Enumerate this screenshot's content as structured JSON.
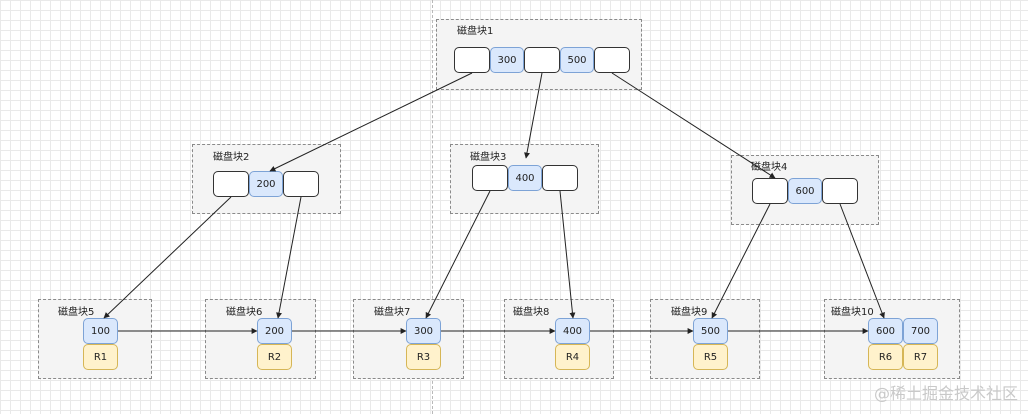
{
  "blocks": {
    "b1": {
      "label": "磁盘块1",
      "keys": [
        "300",
        "500"
      ]
    },
    "b2": {
      "label": "磁盘块2",
      "keys": [
        "200"
      ]
    },
    "b3": {
      "label": "磁盘块3",
      "keys": [
        "400"
      ]
    },
    "b4": {
      "label": "磁盘块4",
      "keys": [
        "600"
      ]
    },
    "b5": {
      "label": "磁盘块5",
      "keys": [
        "100"
      ],
      "records": [
        "R1"
      ]
    },
    "b6": {
      "label": "磁盘块6",
      "keys": [
        "200"
      ],
      "records": [
        "R2"
      ]
    },
    "b7": {
      "label": "磁盘块7",
      "keys": [
        "300"
      ],
      "records": [
        "R3"
      ]
    },
    "b8": {
      "label": "磁盘块8",
      "keys": [
        "400"
      ],
      "records": [
        "R4"
      ]
    },
    "b9": {
      "label": "磁盘块9",
      "keys": [
        "500"
      ],
      "records": [
        "R5"
      ]
    },
    "b10": {
      "label": "磁盘块10",
      "keys": [
        "600",
        "700"
      ],
      "records": [
        "R6",
        "R7"
      ]
    }
  },
  "watermark": "@稀土掘金技术社区",
  "colors": {
    "key_fill": "#dae8fc",
    "key_border": "#7da3d6",
    "record_fill": "#fff2cc",
    "record_border": "#d6b656",
    "block_fill": "#f4f4f4"
  }
}
